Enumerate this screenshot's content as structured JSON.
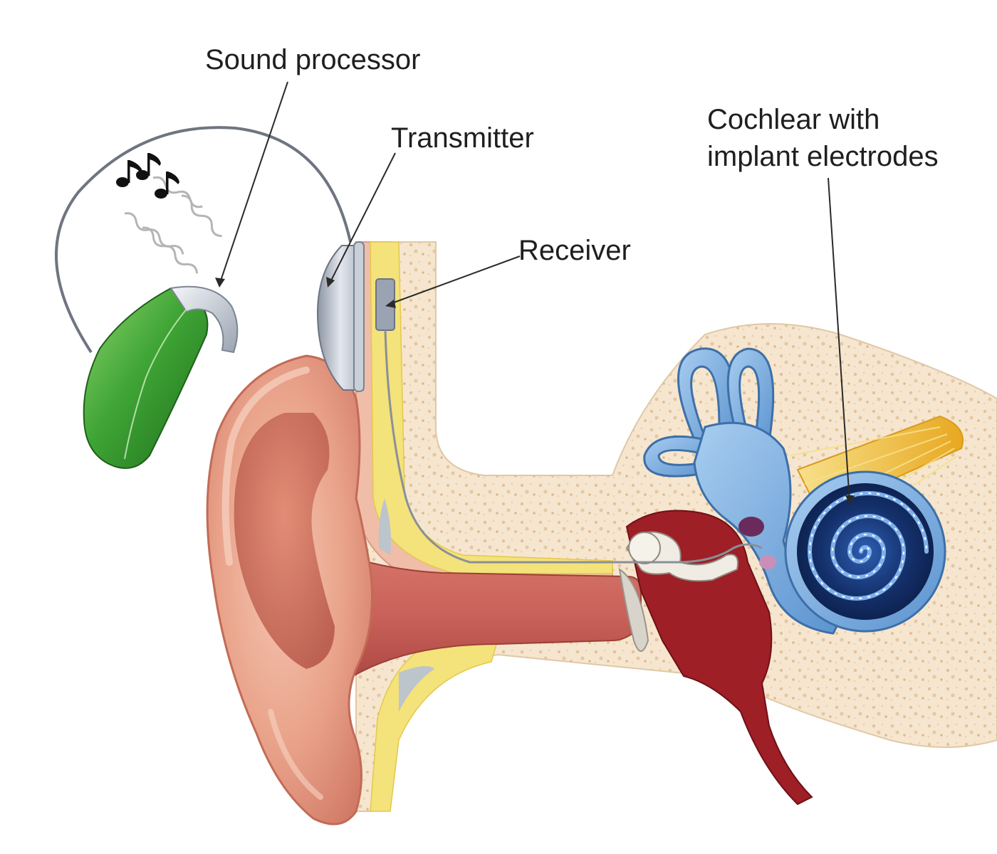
{
  "labels": {
    "sound_processor": "Sound processor",
    "transmitter": "Transmitter",
    "receiver": "Receiver",
    "cochlear_line1": "Cochlear with",
    "cochlear_line2": "implant electrodes"
  },
  "colors": {
    "background": "#ffffff",
    "sound_processor": "#3fa535",
    "transmitter": "#b9c0cc",
    "outer_ear": "#e9a28a",
    "ear_canal": "#c9625a",
    "bone": "#f6e6cf",
    "fat_layer": "#f4e27a",
    "inner_ear": "#7fb2e3",
    "cochlea_core": "#14306b",
    "auditory_nerve": "#f2c43c",
    "middle_ear": "#9e1f26",
    "text": "#1f1f1f"
  }
}
